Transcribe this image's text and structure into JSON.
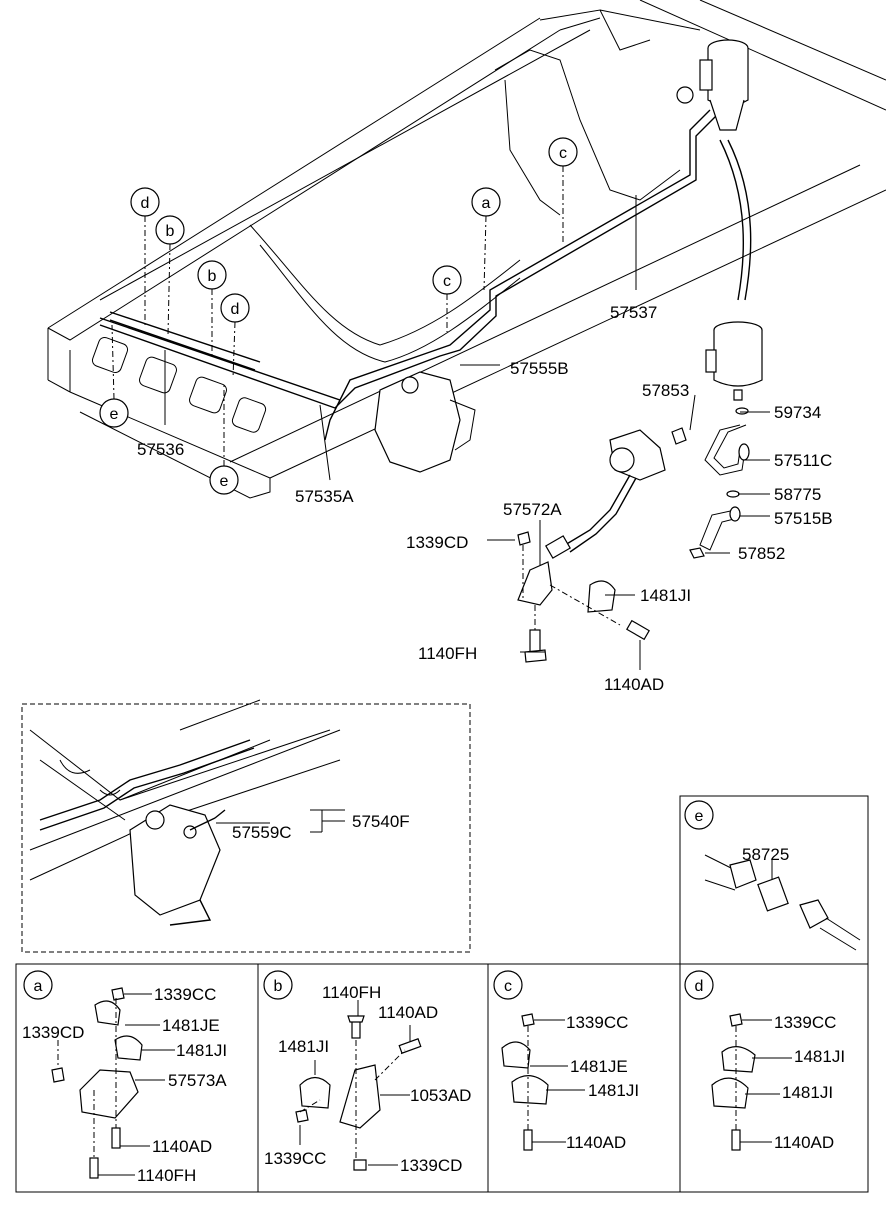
{
  "main": {
    "circles": [
      "d",
      "b",
      "b",
      "d",
      "c",
      "a",
      "c",
      "e",
      "e"
    ],
    "labels": {
      "p57537": "57537",
      "p57555B": "57555B",
      "p57536": "57536",
      "p57535A": "57535A",
      "p57853": "57853",
      "p59734": "59734",
      "p57511C": "57511C",
      "p58775": "58775",
      "p57515B": "57515B",
      "p57852": "57852",
      "p57572A": "57572A",
      "p1339CD": "1339CD",
      "p1481JI": "1481JI",
      "p1140FH": "1140FH",
      "p1140AD": "1140AD"
    }
  },
  "inset": {
    "p57559C": "57559C",
    "p57540F": "57540F"
  },
  "detail_e": {
    "key": "e",
    "p58725": "58725"
  },
  "detail_a": {
    "key": "a",
    "labels": [
      "1339CC",
      "1339CD",
      "1481JE",
      "1481JI",
      "57573A",
      "1140AD",
      "1140FH"
    ]
  },
  "detail_b": {
    "key": "b",
    "labels": [
      "1140FH",
      "1140AD",
      "1481JI",
      "1053AD",
      "1339CC",
      "1339CD"
    ]
  },
  "detail_c": {
    "key": "c",
    "labels": [
      "1339CC",
      "1481JE",
      "1481JI",
      "1140AD"
    ]
  },
  "detail_d": {
    "key": "d",
    "labels": [
      "1339CC",
      "1481JI",
      "1481JI",
      "1140AD"
    ]
  }
}
